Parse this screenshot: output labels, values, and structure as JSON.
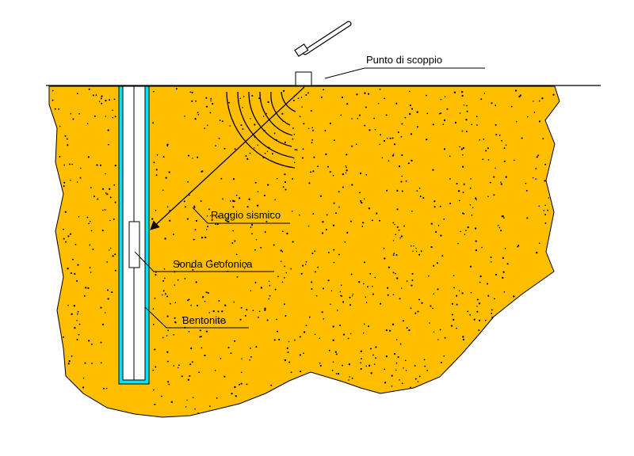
{
  "labels": {
    "blast_point": "Punto di scoppio",
    "seismic_ray": "Raggio sismico",
    "geophone_probe": "Sonda Geofonica",
    "bentonite": "Bentonite"
  },
  "colors": {
    "soil": "#FFBE00",
    "bentonite": "#00E5EE",
    "casing": "#FFFFFF",
    "line": "#000000",
    "background": "#FFFFFF"
  },
  "icons": {
    "hammer": "hammer-icon",
    "shot_box": "shot-point-box"
  }
}
